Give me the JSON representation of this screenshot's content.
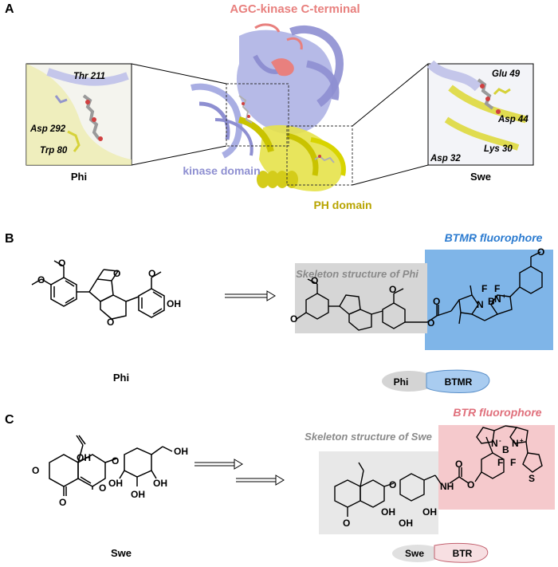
{
  "panel_a": {
    "letter": "A",
    "agc_label": "AGC-kinase C-terminal",
    "kinase_label": "kinase domain",
    "ph_label": "PH domain",
    "left_inset": {
      "residues": [
        "Thr 211",
        "Asp 292",
        "Trp 80"
      ],
      "caption": "Phi"
    },
    "right_inset": {
      "residues": [
        "Glu 49",
        "Asp 44",
        "Lys 30",
        "Asp 32"
      ],
      "caption": "Swe"
    },
    "colors": {
      "agc": "#e8807e",
      "kinase": "#8e8fd1",
      "ph": "#b8a400",
      "helix_kinase": "#a9aee3",
      "helix_ph": "#e6e24a"
    }
  },
  "panel_b": {
    "letter": "B",
    "fluor_label": "BTMR fluorophore",
    "skeleton_label": "Skeleton structure of Phi",
    "molecule_label": "Phi",
    "pill_left": "Phi",
    "pill_right": "BTMR",
    "atoms": {
      "oh": "OH",
      "o": "O",
      "n": "N",
      "b": "B",
      "f": "F",
      "minus": "-",
      "plus": "+"
    },
    "colors": {
      "fluor_box": "#7fb5e8",
      "fluor_text": "#2b7bd0",
      "skeleton_box": "#d6d6d6"
    }
  },
  "panel_c": {
    "letter": "C",
    "fluor_label": "BTR fluorophore",
    "skeleton_label": "Skeleton structure of Swe",
    "molecule_label": "Swe",
    "pill_left": "Swe",
    "pill_right": "BTR",
    "atoms": {
      "oh": "OH",
      "o": "O",
      "nh": "NH",
      "n": "N",
      "b": "B",
      "f": "F",
      "s": "S",
      "minus": "-",
      "plus": "+"
    },
    "colors": {
      "fluor_box": "#f5c9cc",
      "fluor_text": "#e0707c",
      "skeleton_box": "#e8e8e8"
    }
  }
}
